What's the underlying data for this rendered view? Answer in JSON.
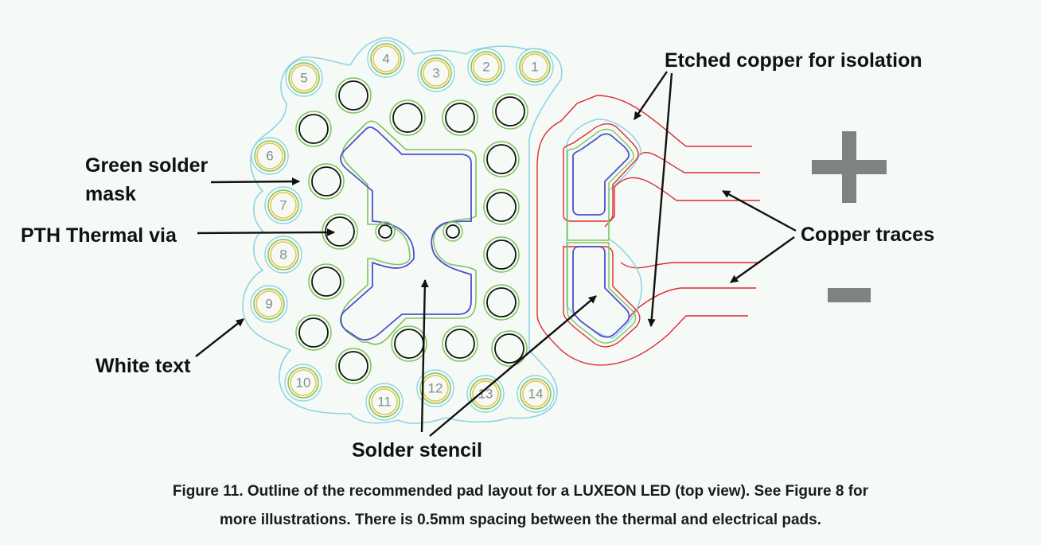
{
  "labels": {
    "green_solder_mask_line1": "Green solder",
    "green_solder_mask_line2": "mask",
    "pth_thermal_via": "PTH Thermal via",
    "white_text": "White text",
    "solder_stencil": "Solder stencil",
    "etched_copper": "Etched copper for isolation",
    "copper_traces": "Copper traces",
    "plus": "+",
    "minus": "−"
  },
  "pad_numbers": [
    "1",
    "2",
    "3",
    "4",
    "5",
    "6",
    "7",
    "8",
    "9",
    "10",
    "11",
    "12",
    "13",
    "14"
  ],
  "caption": {
    "line1": "Figure 11.  Outline of the recommended pad layout for a LUXEON LED (top view).  See Figure 8 for",
    "line2": "more illustrations. There is 0.5mm spacing between the thermal and electrical pads."
  },
  "colors": {
    "outline_cyan": "#8fd3e3",
    "solder_mask_green": "#7ec45a",
    "stencil_blue": "#4b4fd0",
    "copper_red": "#e02830",
    "pad_ring_yellow": "#f0c040",
    "sign_gray": "#7f8380"
  }
}
